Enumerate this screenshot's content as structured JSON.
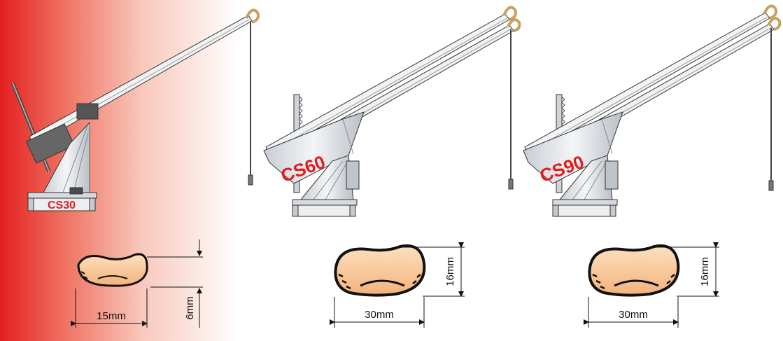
{
  "models": [
    {
      "label": "CS30",
      "width_label": "15mm",
      "height_label": "6mm"
    },
    {
      "label": "CS60",
      "width_label": "30mm",
      "height_label": "16mm"
    },
    {
      "label": "CS90",
      "width_label": "30mm",
      "height_label": "16mm"
    }
  ],
  "colors": {
    "gradient_red": "#e41f1f",
    "model_text": "#e31b1b",
    "seed_fill": "#f9c79a",
    "steel": "#d9dde2"
  }
}
